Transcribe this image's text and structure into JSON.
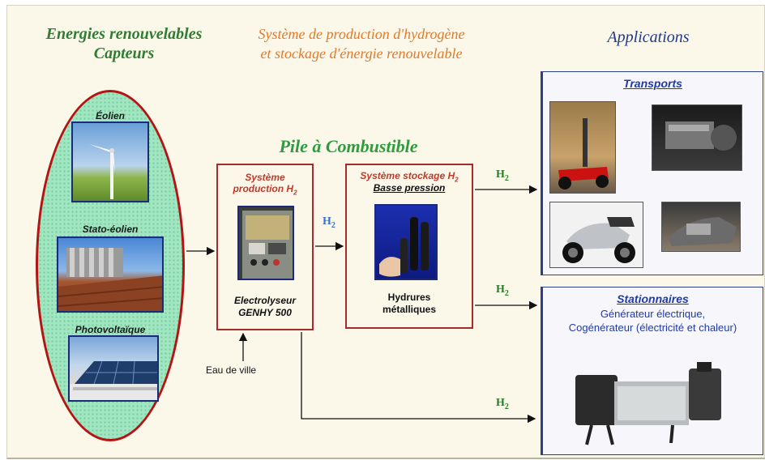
{
  "header": {
    "left_line1": "Energies renouvelables",
    "left_line2": "Capteurs",
    "center_line1": "Système de production d'hydrogène",
    "center_line2": "et stockage d'énergie renouvelable",
    "right": "Applications"
  },
  "fuel_cell_title": "Pile à Combustible",
  "renewables": {
    "wind": "Éolien",
    "stato_wind": "Stato-éolien",
    "pv": "Photovoltaïque"
  },
  "production": {
    "title_line1": "Système",
    "title_line2": "production H",
    "title_sub": "2",
    "caption_line1": "Electrolyseur",
    "caption_line2": "GENHY 500"
  },
  "storage": {
    "title": "Système stockage H",
    "title_sub": "2",
    "subtitle": "Basse pression",
    "caption_line1": "Hydrures",
    "caption_line2": "métalliques"
  },
  "water_input": "Eau de ville",
  "flow_labels": {
    "h": "H",
    "sub": "2"
  },
  "transports": {
    "title": "Transports"
  },
  "stationary": {
    "title": "Stationnaires",
    "line1": "Générateur électrique,",
    "line2": "Cogénérateur (électricité et chaleur)"
  },
  "colors": {
    "renewables_green": "#2e7d32",
    "center_orange": "#e07a2c",
    "applications_blue": "#1f3a8a",
    "box_red": "#a82a2a"
  }
}
